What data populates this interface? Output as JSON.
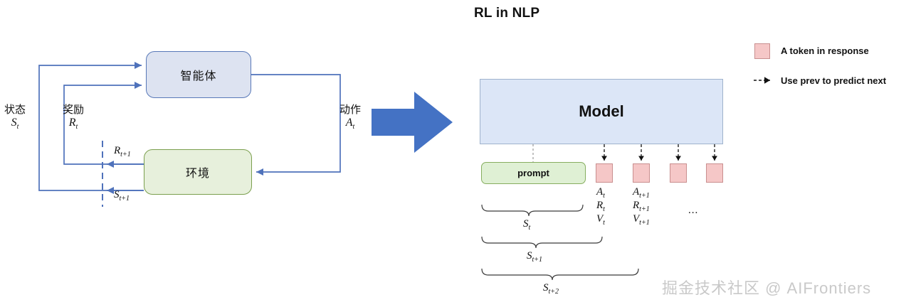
{
  "left_diagram": {
    "agent_box_label": "智能体",
    "env_box_label": "环境",
    "state_label_cn": "状态",
    "state_label_math": "S",
    "state_label_sub": "t",
    "reward_label_cn": "奖励",
    "reward_label_math": "R",
    "reward_label_sub": "t",
    "action_label_cn": "动作",
    "action_label_math": "A",
    "action_label_sub": "t",
    "reward_next_math": "R",
    "reward_next_sub": "t+1",
    "state_next_math": "S",
    "state_next_sub": "t+1",
    "line_color": "#4f72bb",
    "agent_fill": "#dde3f1",
    "agent_border": "#5878b8",
    "env_fill": "#e7f0dc",
    "env_border": "#7b9f4e"
  },
  "transition_arrow": {
    "name": "big-right-arrow",
    "color": "#4472c4"
  },
  "right_diagram": {
    "title": "RL in NLP",
    "model_box_label": "Model",
    "model_fill": "#dce6f7",
    "model_border": "#9fb2cc",
    "prompt_box_label": "prompt",
    "prompt_fill": "#dff0d4",
    "prompt_border": "#86ae5f",
    "token_fill": "#f5c7c7",
    "token_border": "#c98f8f",
    "token_count": 4,
    "step_columns": [
      {
        "a": "A",
        "a_sub": "t",
        "r": "R",
        "r_sub": "t",
        "v": "V",
        "v_sub": "t"
      },
      {
        "a": "A",
        "a_sub": "t+1",
        "r": "R",
        "r_sub": "t+1",
        "v": "V",
        "v_sub": "t+1"
      }
    ],
    "ellipsis": "...",
    "braces": [
      {
        "label": "S",
        "sub": "t"
      },
      {
        "label": "S",
        "sub": "t+1"
      },
      {
        "label": "S",
        "sub": "t+2"
      }
    ]
  },
  "legend": {
    "item_token_label": "A token in response",
    "item_arrow_label": "Use prev to predict next",
    "swatch_color": "#f5c7c7",
    "arrow_color": "#111111"
  },
  "watermark": {
    "text": "掘金技术社区 @ AIFrontiers",
    "color": "#c9c9c9"
  }
}
